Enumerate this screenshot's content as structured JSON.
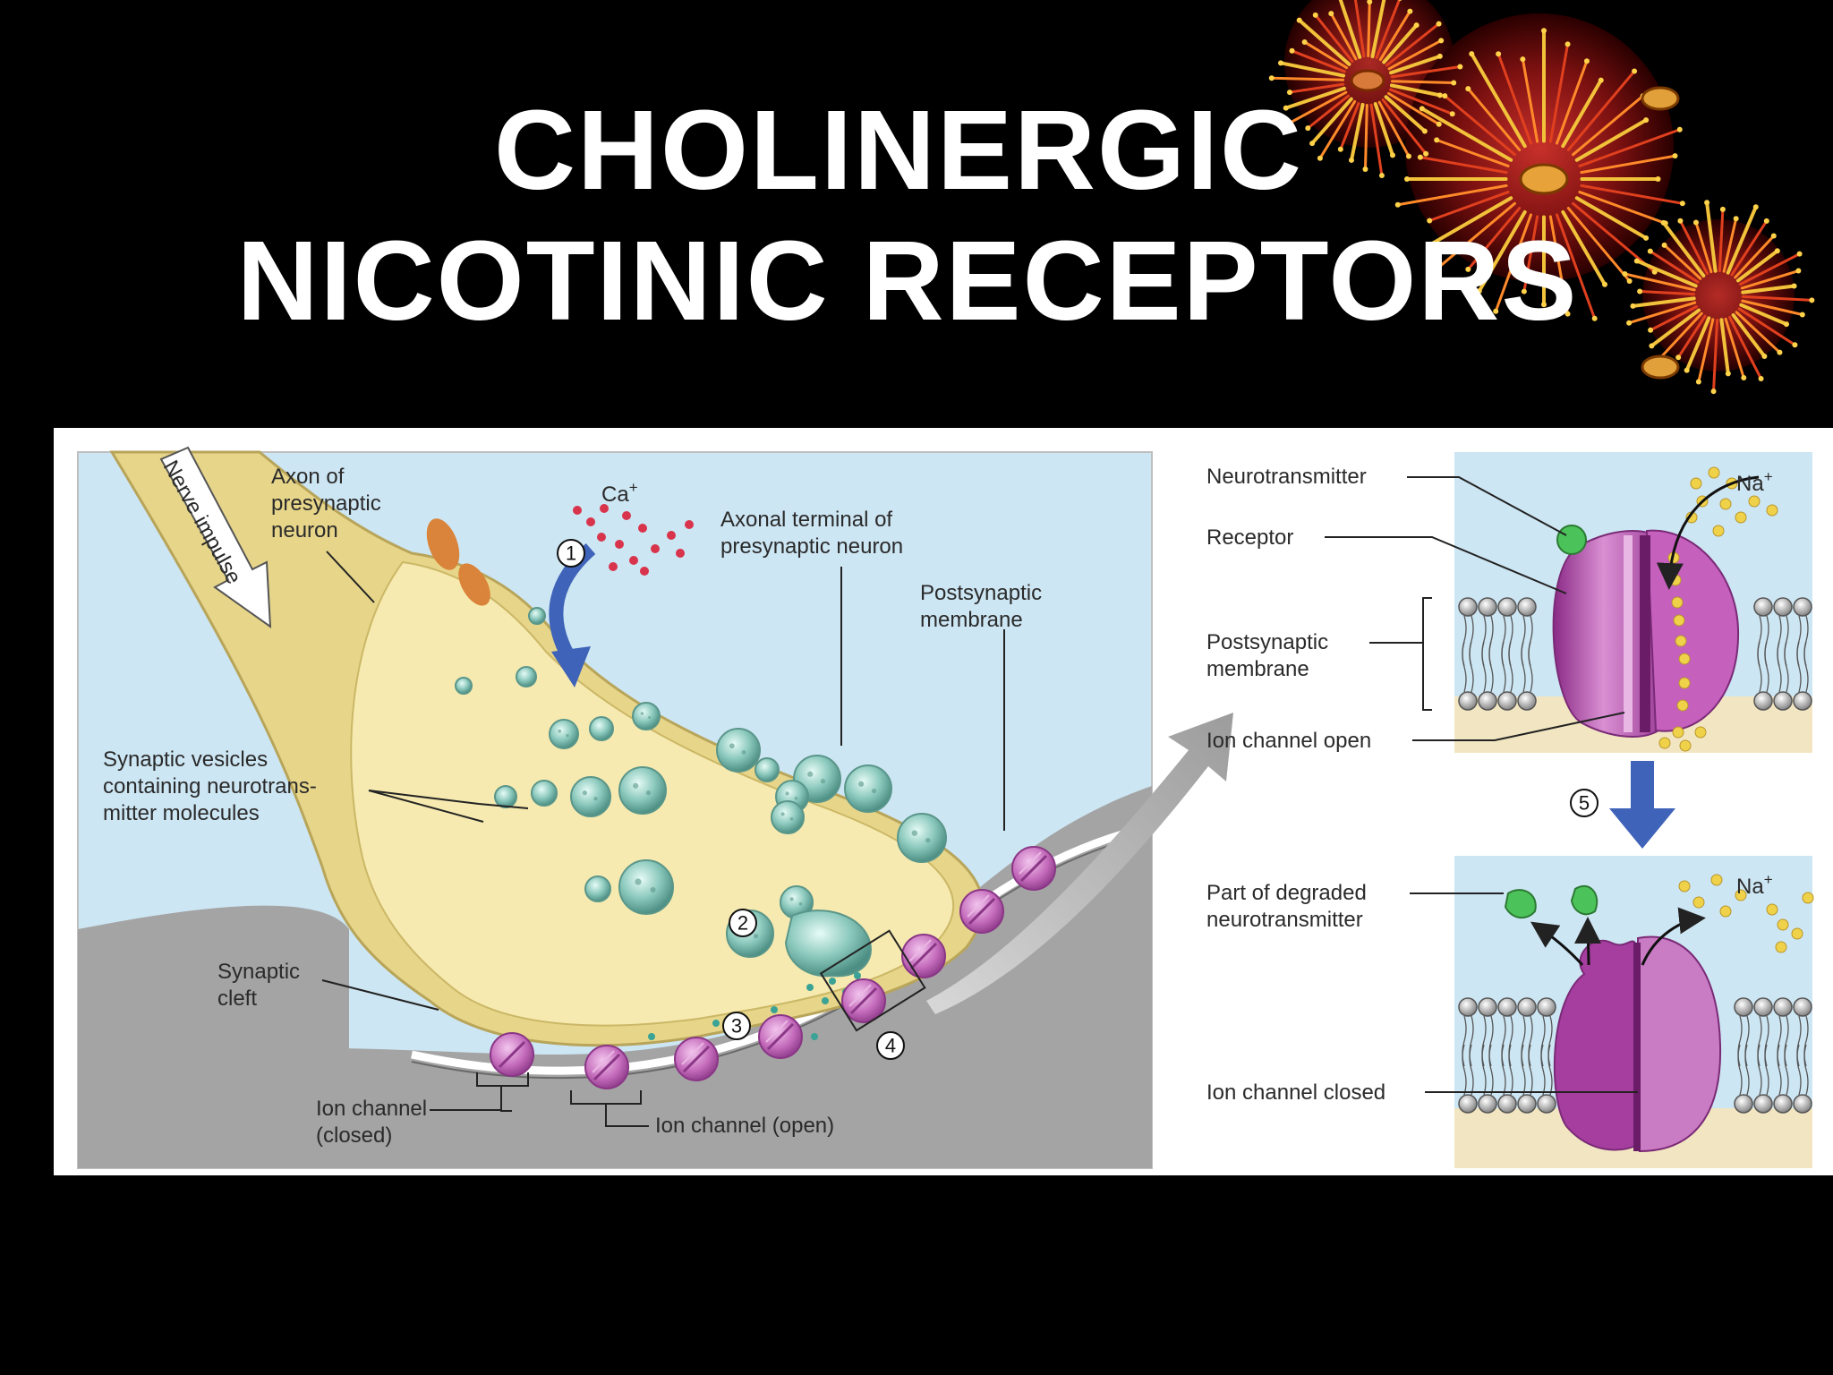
{
  "slide": {
    "title_line_1": "CHOLINERGIC",
    "title_line_2": "NICOTINIC RECEPTORS"
  },
  "colors": {
    "background": "#000000",
    "title": "#ffffff",
    "presynaptic_terminal": "#f2e4a2",
    "extracellular_fluid": "#cde6f3",
    "synaptic_cleft": "#9a9a9a",
    "vesicle": "#8fc7bd",
    "ion_channel": "#b04fa8",
    "neurotransmitter": "#4cc25a",
    "sodium_ion": "#f0d24a",
    "calcium_ion": "#d8344c",
    "arrow_blue": "#3f63b8"
  },
  "figure": {
    "left_panel": {
      "nerve_impulse": "Nerve impulse",
      "axon": [
        "Axon of",
        "presynaptic",
        "neuron"
      ],
      "calcium": "Ca",
      "calcium_sup": "+",
      "axonal_terminal": [
        "Axonal terminal of",
        "presynaptic neuron"
      ],
      "postsynaptic_membrane": [
        "Postsynaptic",
        "membrane"
      ],
      "synaptic_vesicles": [
        "Synaptic vesicles",
        "containing neurotrans-",
        "mitter molecules"
      ],
      "synaptic_cleft": [
        "Synaptic",
        "cleft"
      ],
      "ion_channel_closed": [
        "Ion channel",
        "(closed)"
      ],
      "ion_channel_open": "Ion channel (open)",
      "steps": [
        "1",
        "2",
        "3",
        "4"
      ]
    },
    "right_panel": {
      "neurotransmitter": "Neurotransmitter",
      "receptor": "Receptor",
      "postsynaptic_membrane": [
        "Postsynaptic",
        "membrane"
      ],
      "ion_channel_open": "Ion channel open",
      "sodium": "Na",
      "sodium_sup": "+",
      "step5": "5",
      "degraded": [
        "Part of degraded",
        "neurotransmitter"
      ],
      "ion_channel_closed": "Ion channel closed"
    }
  }
}
